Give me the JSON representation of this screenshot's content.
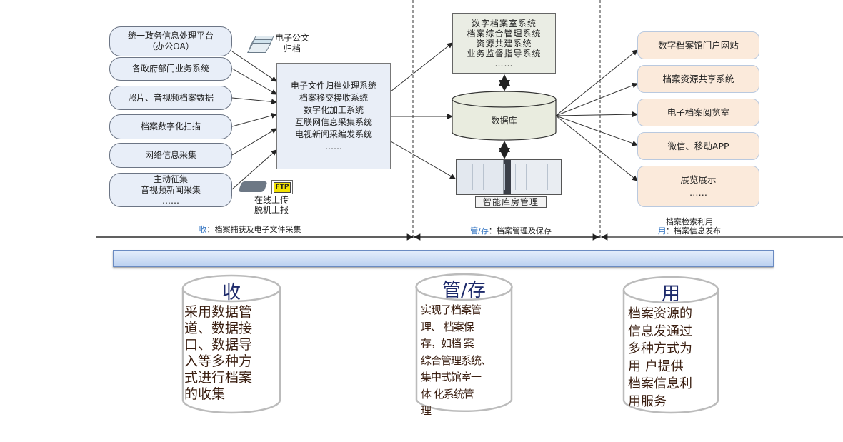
{
  "sources": [
    {
      "lines": [
        "统一政务信息处理平台",
        "（办公OA）"
      ]
    },
    {
      "lines": [
        "各政府部门业务系统"
      ]
    },
    {
      "lines": [
        "照片、音视频档案数据"
      ]
    },
    {
      "lines": [
        "档案数字化扫描"
      ]
    },
    {
      "lines": [
        "网络信息采集"
      ]
    },
    {
      "lines": [
        "主动征集",
        "音视频新闻采集",
        "……"
      ]
    }
  ],
  "doc_note": [
    "电子公文",
    "归档"
  ],
  "upload_note": [
    "在线上传",
    "脱机上报"
  ],
  "ftp_label": "FTP",
  "center_systems": [
    "电子文件归档处理系统",
    "档案移交接收系统",
    "数字化加工系统",
    "互联网信息采集系统",
    "电视新闻采编发系统",
    "……"
  ],
  "archive_systems": [
    "数字档案室系统",
    "档案综合管理系统",
    "资源共建系统",
    "业务监督指导系统",
    "……"
  ],
  "database": "数据库",
  "storage_label": "智能库房管理",
  "outputs": [
    {
      "lines": [
        "数字档案馆门户网站"
      ]
    },
    {
      "lines": [
        "档案资源共享系统"
      ]
    },
    {
      "lines": [
        "电子档案阅览室"
      ]
    },
    {
      "lines": [
        "微信、移动APP"
      ]
    },
    {
      "lines": [
        "展览展示",
        "……"
      ]
    }
  ],
  "sections": {
    "collect": {
      "key": "收",
      "text": "：档案捕获及电子文件采集"
    },
    "manage": {
      "key": "管/存",
      "text": "：档案管理及保存"
    },
    "use": {
      "line1": "档案检索利用",
      "key": "用",
      "text": "：档案信息发布"
    }
  },
  "cylinders": [
    {
      "title": "收",
      "lines": [
        "采用数据管",
        "道、数据接",
        "口、数据导",
        "入等多种方",
        "式进行档案",
        "的收集"
      ]
    },
    {
      "title": "管/存",
      "lines": [
        "实现了档案管",
        "理、 档案保",
        "存，如档 案",
        "综合管理系统、",
        "集中式馆室一",
        "体 化系统管",
        "理"
      ]
    },
    {
      "title": "用",
      "lines": [
        "档案资源的",
        "信息发通过",
        "多种方式为",
        "用 户提供",
        "档案信息利",
        "用服务"
      ]
    }
  ],
  "colors": {
    "accent": "#2b6fc0",
    "source_fill": "#e8eef8",
    "output_fill": "#fbeadb"
  }
}
